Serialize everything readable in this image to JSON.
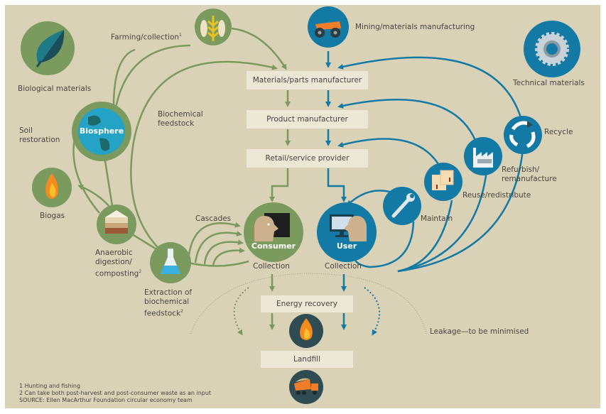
{
  "title": "Circular economy diagram",
  "colors": {
    "background": "#d9d2b6",
    "biological_green": "#7a9a5e",
    "technical_blue": "#1379a5",
    "box_fill": "#ede7d6",
    "text": "#4a4540",
    "dark_teal": "#2f4b52"
  },
  "sections": {
    "biological": {
      "label": "Biological materials",
      "icon": "leaf-icon"
    },
    "technical": {
      "label": "Technical materials",
      "icon": "gear-icon"
    }
  },
  "sources": {
    "farming": {
      "label": "Farming/collection",
      "footnote": "1",
      "icon": "wheat-fish-icon"
    },
    "mining": {
      "label": "Mining/materials manufacturing",
      "icon": "mining-truck-icon"
    }
  },
  "chain": [
    {
      "label": "Materials/parts manufacturer"
    },
    {
      "label": "Product manufacturer"
    },
    {
      "label": "Retail/service provider"
    }
  ],
  "actors": {
    "consumer": {
      "label": "Consumer",
      "below": "Collection"
    },
    "user": {
      "label": "User",
      "below": "Collection"
    }
  },
  "biological_loops": {
    "biosphere": "Biosphere",
    "soil_restoration": "Soil restoration",
    "biochemical_feedstock": "Biochemical feedstock",
    "biogas": "Biogas",
    "anaerobic": "Anaerobic digestion/ composting",
    "anaerobic_footnote": "2",
    "extraction": "Extraction of biochemical feedstock",
    "extraction_footnote": "2",
    "cascades": "Cascades"
  },
  "technical_loops": [
    {
      "label": "Maintain",
      "icon": "wrench-icon"
    },
    {
      "label": "Reuse/redistribute",
      "icon": "boxes-icon"
    },
    {
      "label": "Refurbish/ remanufacture",
      "icon": "factory-icon"
    },
    {
      "label": "Recycle",
      "icon": "recycle-icon"
    }
  ],
  "end_of_life": {
    "energy_recovery": "Energy recovery",
    "landfill": "Landfill",
    "leakage": "Leakage—to be minimised"
  },
  "footnotes": [
    "1  Hunting and fishing",
    "2 Can take both post-harvest and post-consumer waste as an input",
    "SOURCE: Ellen MacArthur Foundation circular economy team"
  ]
}
